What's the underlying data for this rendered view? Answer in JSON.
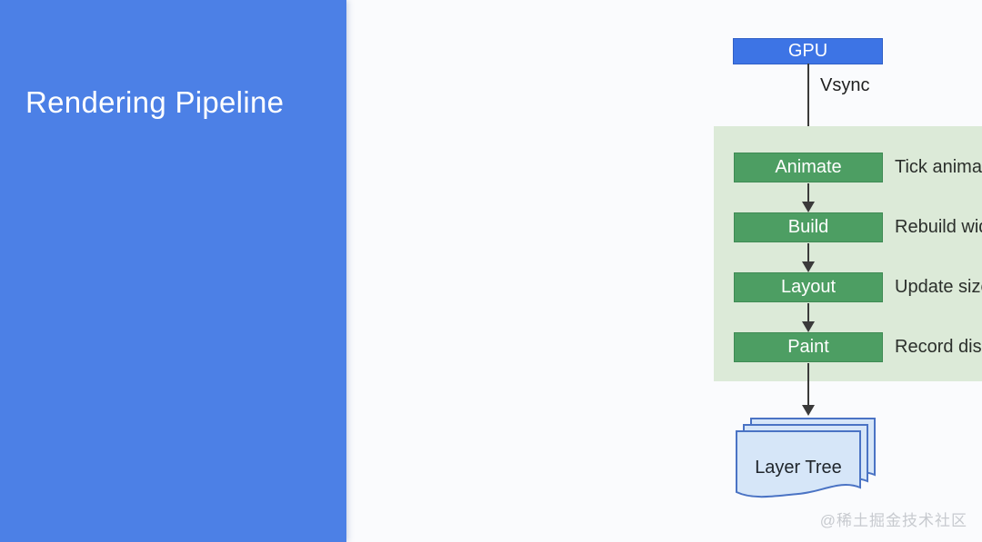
{
  "sidebar": {
    "title": "Rendering Pipeline"
  },
  "diagram": {
    "gpu_label": "GPU",
    "vsync_label": "Vsync",
    "stages": [
      {
        "label": "Animate",
        "description": "Tick animations to change widget state"
      },
      {
        "label": "Build",
        "description": "Rebuild widgets to account for state changes"
      },
      {
        "label": "Layout",
        "description": "Update size and position of render objects"
      },
      {
        "label": "Paint",
        "description": "Record display lists for composited layers"
      }
    ],
    "output_label": "Layer Tree",
    "colors": {
      "sidebar_bg": "#4c80e6",
      "gpu_box": "#3d74e5",
      "stage_box": "#4d9e63",
      "panel_bg": "#dcead8",
      "layer_fill": "#d6e6f8",
      "layer_stroke": "#4a73c4",
      "arrow": "#3a3a3a"
    }
  },
  "watermark": "@稀土掘金技术社区"
}
